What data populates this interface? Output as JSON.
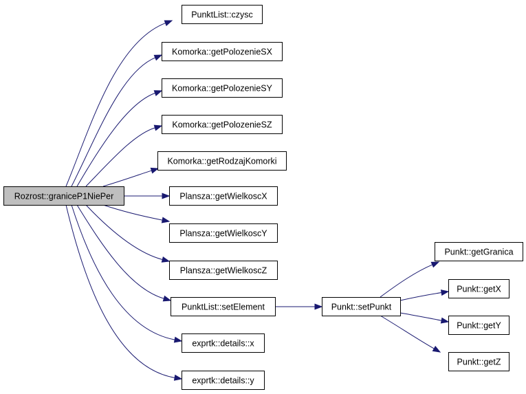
{
  "colors": {
    "node_fill": "#ffffff",
    "root_fill": "#bfbfbf",
    "edge": "#191970",
    "border": "#000000"
  },
  "nodes": [
    {
      "id": "root",
      "label": "Rozrost::graniceP1NiePer",
      "root": true
    },
    {
      "id": "czysc",
      "label": "PunktList::czysc"
    },
    {
      "id": "gpsx",
      "label": "Komorka::getPolozenieSX"
    },
    {
      "id": "gpsy",
      "label": "Komorka::getPolozenieSY"
    },
    {
      "id": "gpsz",
      "label": "Komorka::getPolozenieSZ"
    },
    {
      "id": "grk",
      "label": "Komorka::getRodzajKomorki"
    },
    {
      "id": "gwx",
      "label": "Plansza::getWielkoscX"
    },
    {
      "id": "gwy",
      "label": "Plansza::getWielkoscY"
    },
    {
      "id": "gwz",
      "label": "Plansza::getWielkoscZ"
    },
    {
      "id": "setel",
      "label": "PunktList::setElement"
    },
    {
      "id": "dx",
      "label": "exprtk::details::x"
    },
    {
      "id": "dy",
      "label": "exprtk::details::y"
    },
    {
      "id": "setp",
      "label": "Punkt::setPunkt"
    },
    {
      "id": "ggr",
      "label": "Punkt::getGranica"
    },
    {
      "id": "getx",
      "label": "Punkt::getX"
    },
    {
      "id": "gety",
      "label": "Punkt::getY"
    },
    {
      "id": "getz",
      "label": "Punkt::getZ"
    }
  ],
  "edges": [
    {
      "from": "root",
      "to": "czysc"
    },
    {
      "from": "root",
      "to": "gpsx"
    },
    {
      "from": "root",
      "to": "gpsy"
    },
    {
      "from": "root",
      "to": "gpsz"
    },
    {
      "from": "root",
      "to": "grk"
    },
    {
      "from": "root",
      "to": "gwx"
    },
    {
      "from": "root",
      "to": "gwy"
    },
    {
      "from": "root",
      "to": "gwz"
    },
    {
      "from": "root",
      "to": "setel"
    },
    {
      "from": "root",
      "to": "dx"
    },
    {
      "from": "root",
      "to": "dy"
    },
    {
      "from": "setel",
      "to": "setp"
    },
    {
      "from": "setp",
      "to": "ggr"
    },
    {
      "from": "setp",
      "to": "getx"
    },
    {
      "from": "setp",
      "to": "gety"
    },
    {
      "from": "setp",
      "to": "getz"
    }
  ]
}
